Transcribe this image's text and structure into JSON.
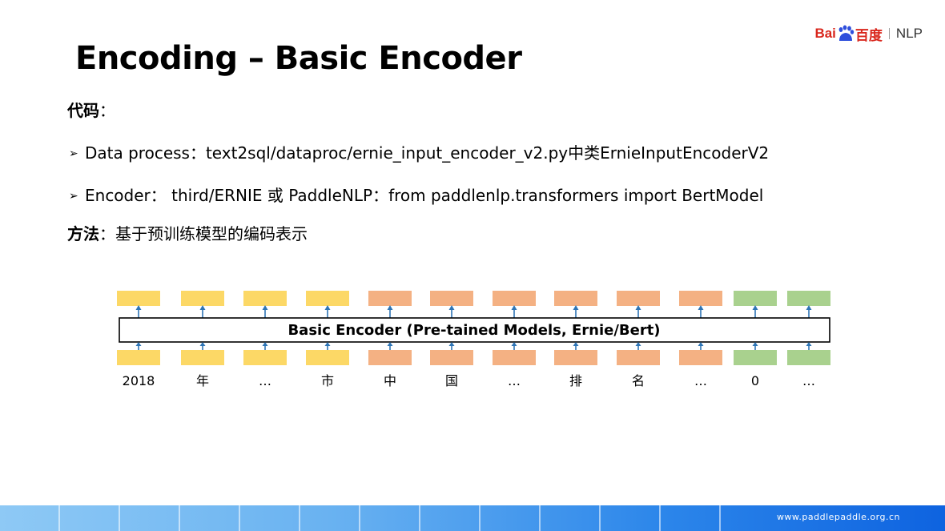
{
  "logo": {
    "brand_left": "Bai",
    "brand_paw": "du",
    "brand_cn": "百度",
    "product": "NLP"
  },
  "title": "Encoding – Basic Encoder",
  "code_label": "代码",
  "code_colon": "：",
  "bullets": [
    {
      "text": "Data process：text2sql/dataproc/ernie_input_encoder_v2.py中类ErnieInputEncoderV2"
    },
    {
      "text": "Encoder： third/ERNIE 或 PaddleNLP：from paddlenlp.transformers import BertModel"
    }
  ],
  "method_label": "方法",
  "method_text": "：基于预训练模型的编码表示",
  "diagram": {
    "encoder_label": "Basic Encoder (Pre-tained Models, Ernie/Bert)",
    "colors": {
      "yellow": "#fcd866",
      "orange": "#f4b183",
      "green": "#a9d18e",
      "arrow": "#2e75b6",
      "box_border": "#000000"
    },
    "tokens": [
      {
        "label": "2018",
        "color": "yellow"
      },
      {
        "label": "年",
        "color": "yellow"
      },
      {
        "label": "…",
        "color": "yellow"
      },
      {
        "label": "市",
        "color": "yellow"
      },
      {
        "label": "中",
        "color": "orange"
      },
      {
        "label": "国",
        "color": "orange"
      },
      {
        "label": "…",
        "color": "orange"
      },
      {
        "label": "排",
        "color": "orange"
      },
      {
        "label": "名",
        "color": "orange"
      },
      {
        "label": "…",
        "color": "orange"
      },
      {
        "label": "0",
        "color": "green"
      },
      {
        "label": "…",
        "color": "green"
      }
    ]
  },
  "footer": {
    "url": "www.paddlepaddle.org.cn"
  }
}
